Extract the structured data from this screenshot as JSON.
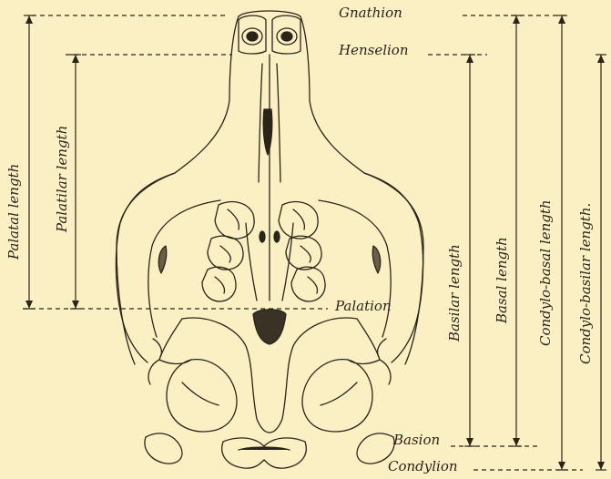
{
  "colors": {
    "background": "#fbf0c4",
    "ink": "#2b2418"
  },
  "landmarks": {
    "gnathion": "Gnathion",
    "henselion": "Henselion",
    "palation": "Palation",
    "basion": "Basion",
    "condylion": "Condylion"
  },
  "measurements": {
    "palatal_length": "Palatal length",
    "palatilar_length": "Palatilar length",
    "basilar_length": "Basilar length",
    "basal_length": "Basal length",
    "condylo_basal_length": "Condylo-basal length",
    "condylo_basilar_length": "Condylo-basilar length."
  }
}
